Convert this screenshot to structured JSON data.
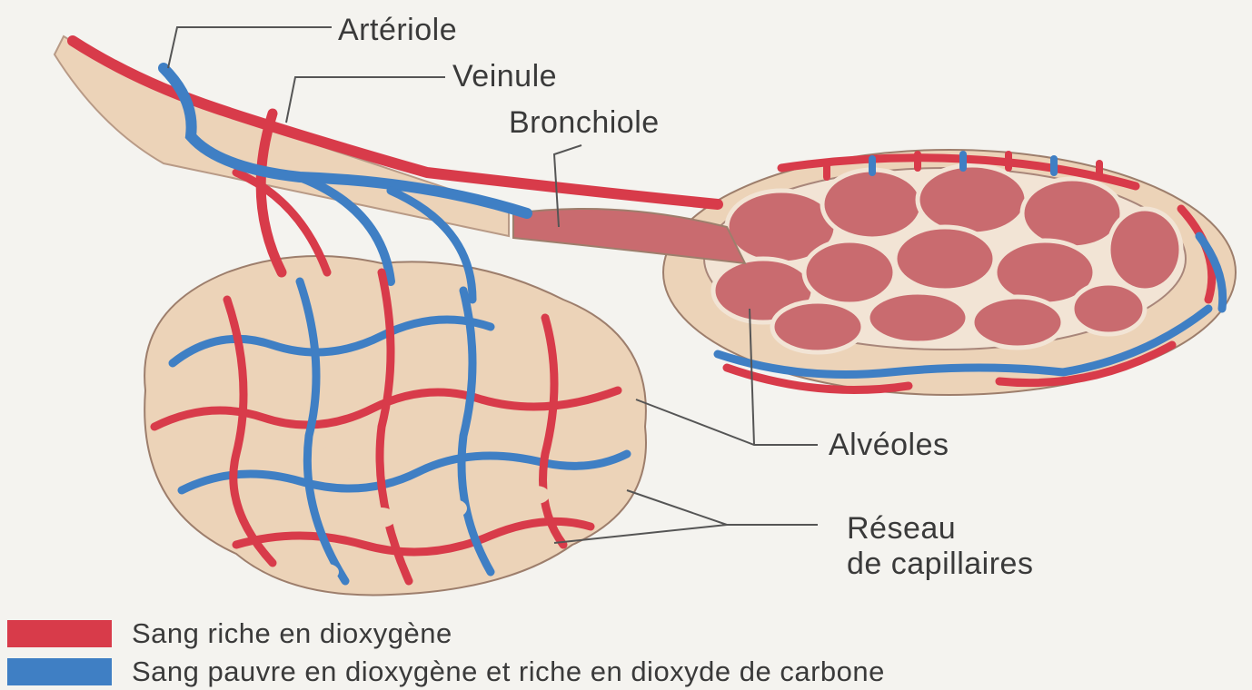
{
  "labels": {
    "arteriole": "Artériole",
    "veinule": "Veinule",
    "bronchiole": "Bronchiole",
    "alveoles": "Alvéoles",
    "reseau_line1": "Réseau",
    "reseau_line2": "de capillaires"
  },
  "legend": [
    {
      "text": "Sang riche en dioxygène",
      "color": "#d83b4a"
    },
    {
      "text": "Sang pauvre en dioxygène et riche en dioxyde de carbone",
      "color": "#3f7fc4"
    }
  ],
  "colors": {
    "oxygenated": "#d83b4a",
    "deoxygenated": "#3f7fc4",
    "tissue": "#ecd3b8",
    "alveolus": "#c96b6f",
    "background": "#f4f3ef"
  }
}
